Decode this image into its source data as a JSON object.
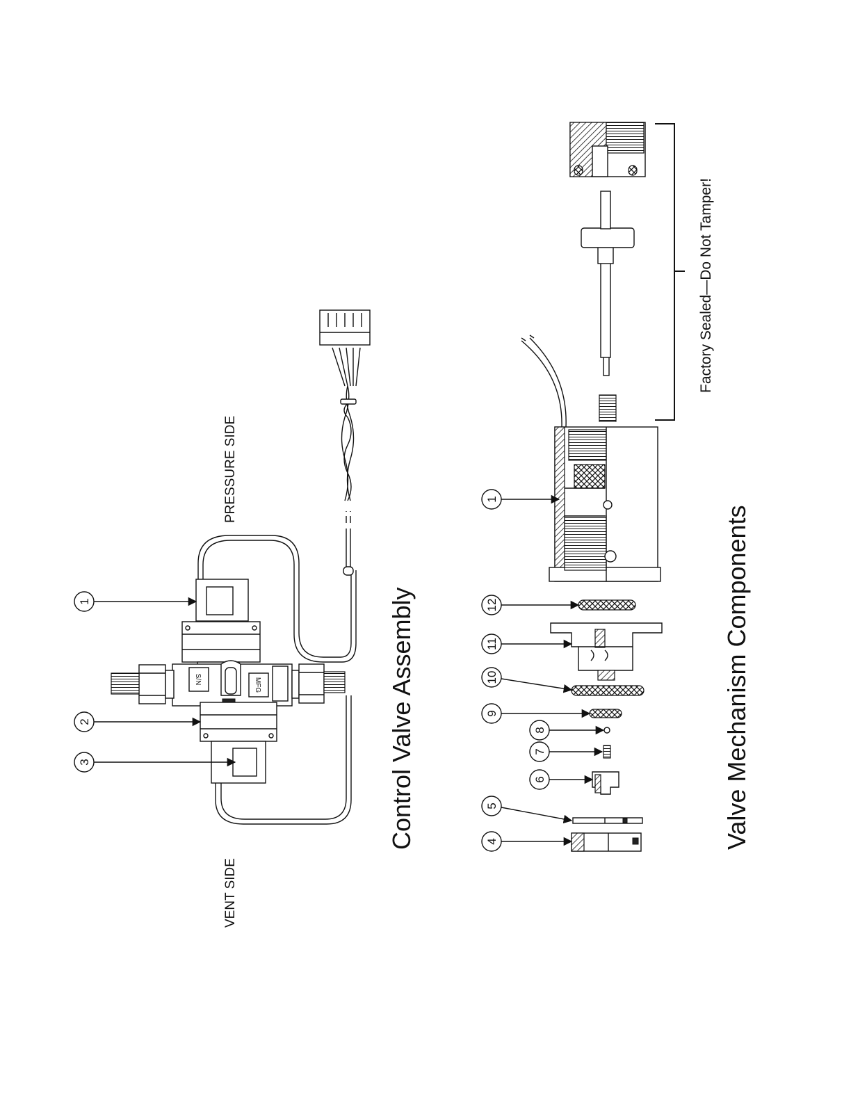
{
  "assembly": {
    "title": "Control Valve Assembly",
    "pressure_side_label": "PRESSURE SIDE",
    "vent_side_label": "VENT SIDE",
    "sn_label": "S/N",
    "mfg_label": "MFG",
    "callouts": [
      "1",
      "2",
      "3"
    ]
  },
  "mechanism": {
    "title": "Valve Mechanism Components",
    "factory_note": "Factory Sealed—Do Not Tamper!",
    "callouts": [
      "1",
      "4",
      "5",
      "6",
      "7",
      "8",
      "9",
      "10",
      "11",
      "12"
    ]
  }
}
